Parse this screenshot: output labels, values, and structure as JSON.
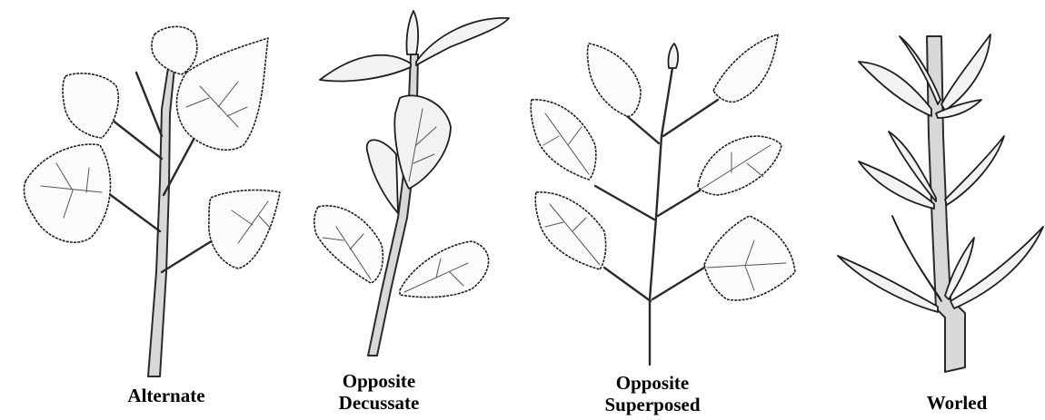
{
  "panels": [
    {
      "id": "alternate",
      "label_lines": [
        "Alternate"
      ]
    },
    {
      "id": "opposite-decussate",
      "label_lines": [
        "Opposite",
        "Decussate"
      ]
    },
    {
      "id": "opposite-superposed",
      "label_lines": [
        "Opposite",
        "Superposed"
      ]
    },
    {
      "id": "worled",
      "label_lines": [
        "Worled"
      ]
    }
  ]
}
